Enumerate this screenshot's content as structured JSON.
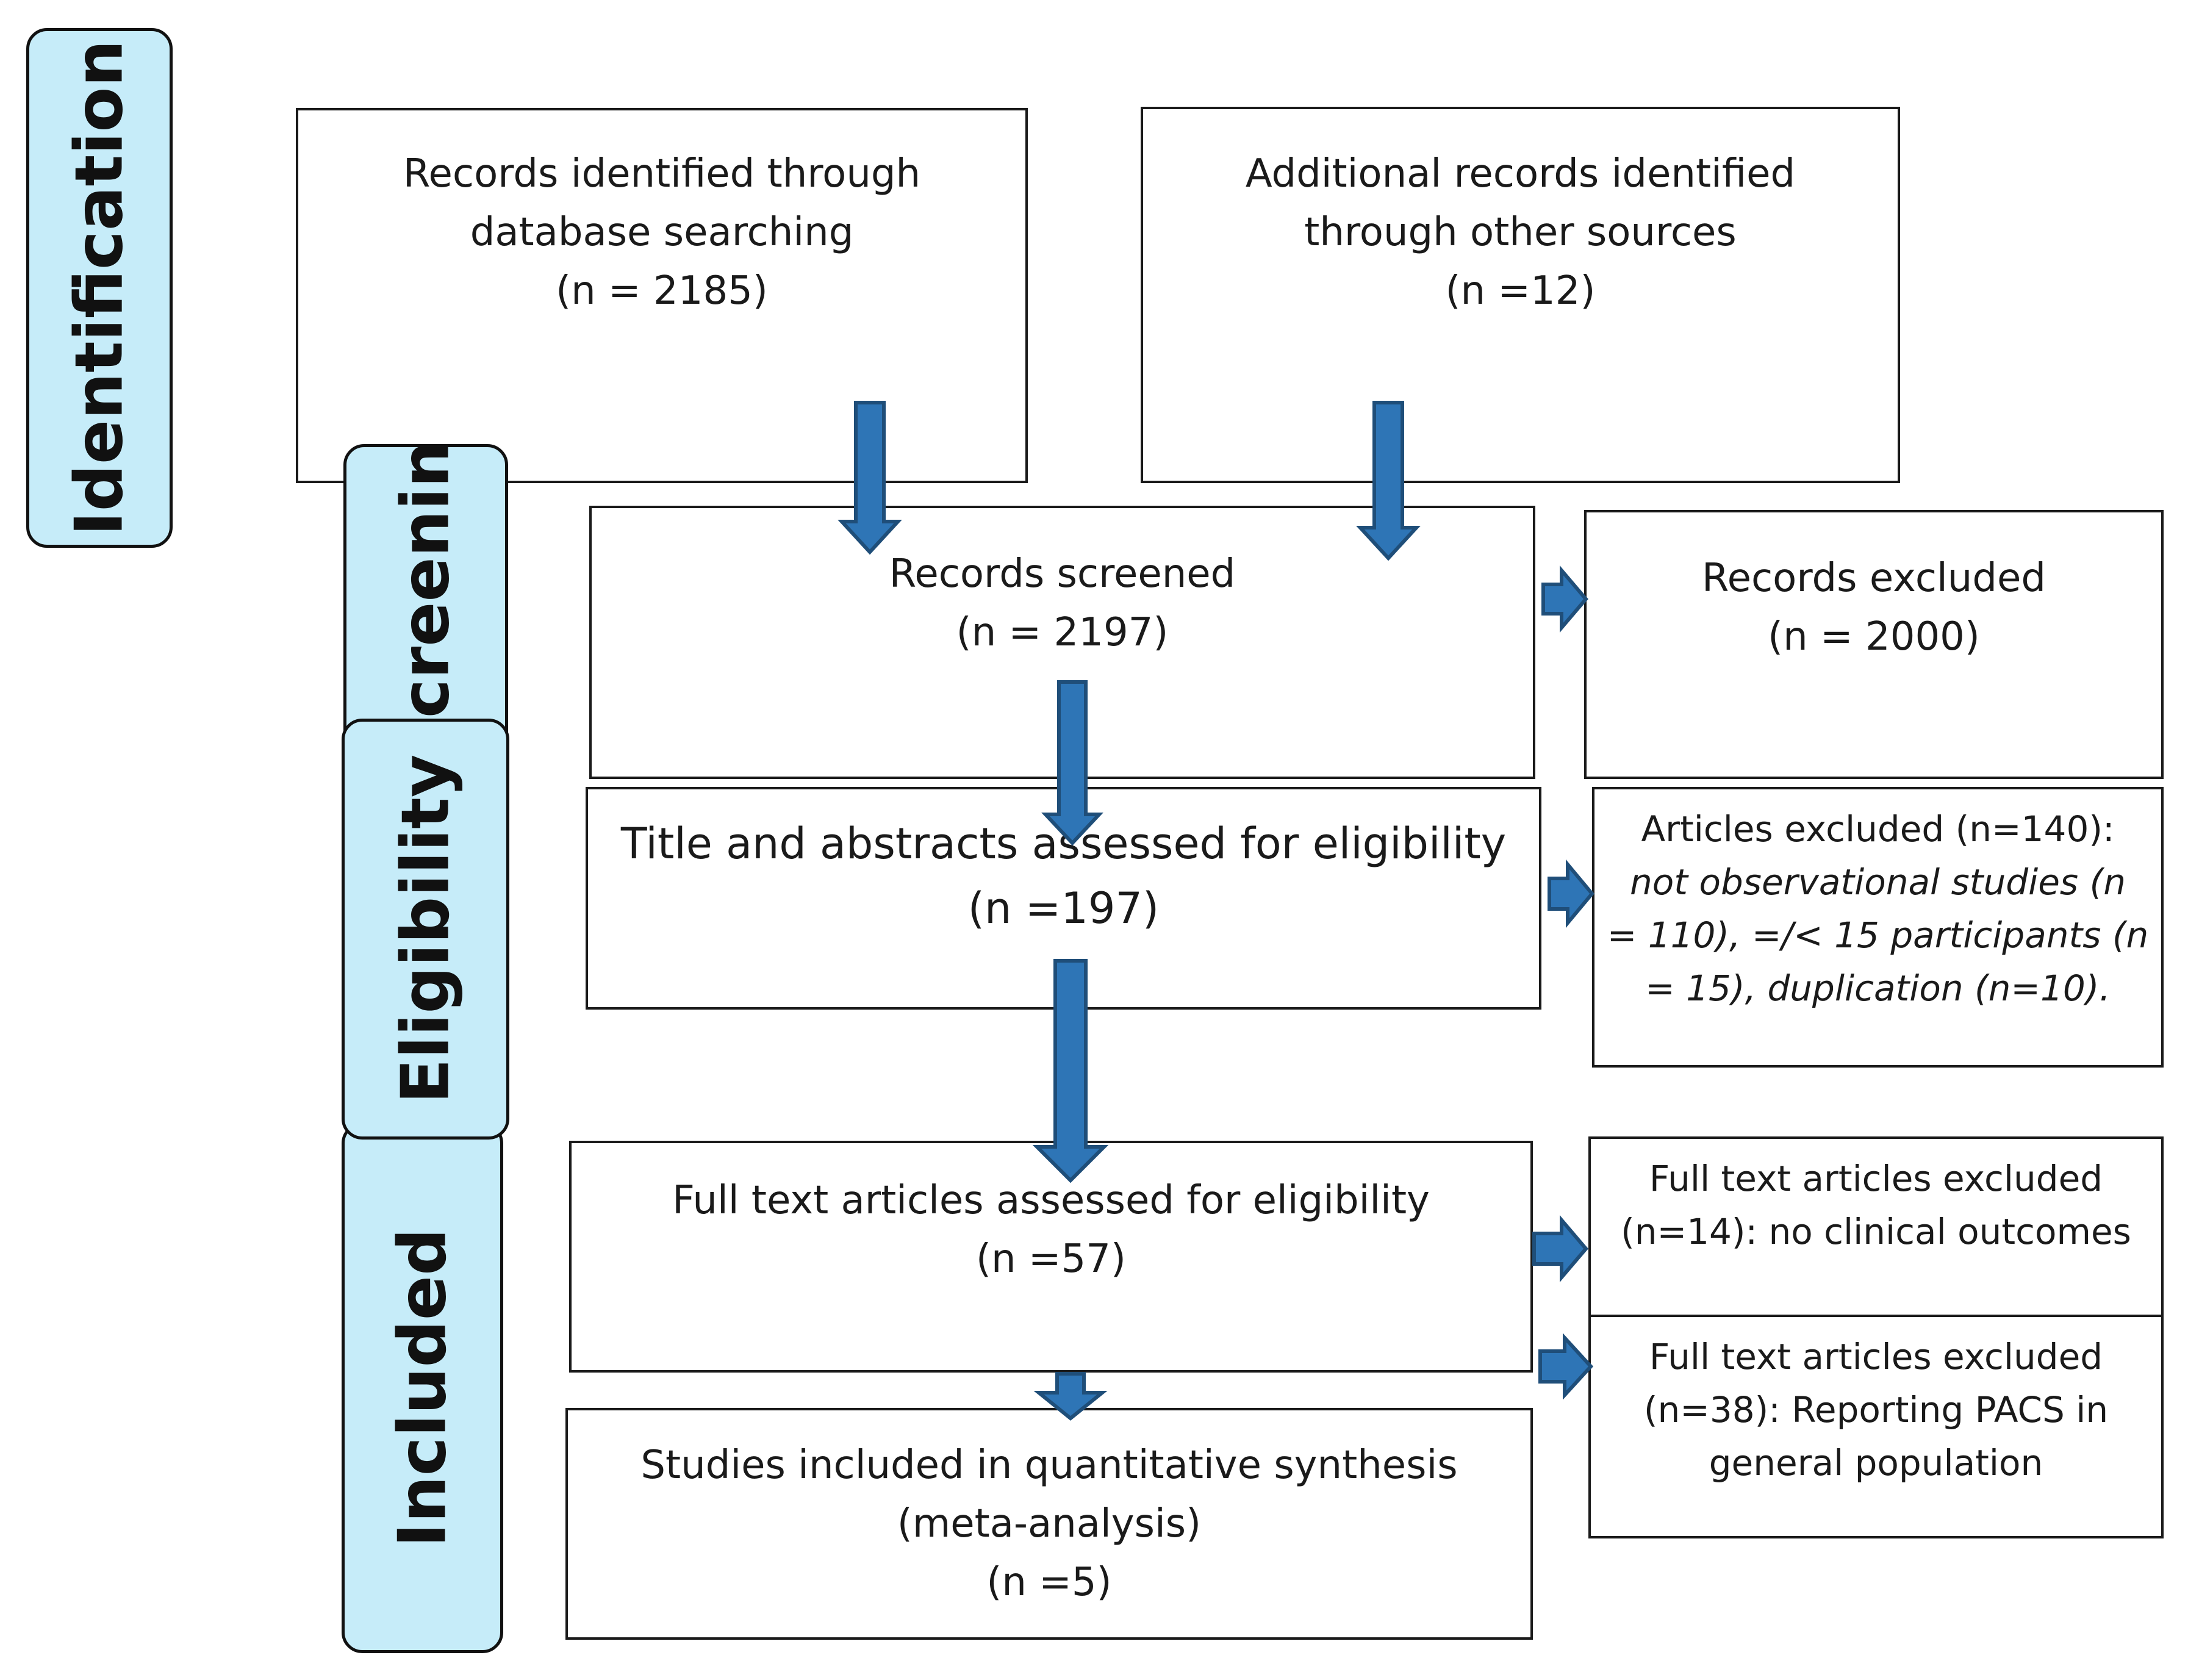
{
  "stages": {
    "identification": "Identification",
    "screening": "Screening",
    "eligibility": "Eligibility",
    "included": "Included"
  },
  "boxes": {
    "database": [
      "Records identified through",
      "database searching",
      "(n = 2185)"
    ],
    "other_sources": [
      "Additional records identified",
      "through other sources",
      "(n =12)"
    ],
    "screened": [
      "Records screened",
      "(n = 2197)"
    ],
    "records_excluded": [
      "Records excluded",
      "(n = 2000)"
    ],
    "title_abstract": [
      "Title and abstracts assessed for eligibility",
      "(n =197)"
    ],
    "articles_excluded": {
      "line1": "Articles excluded (n=140):",
      "line2": "not observational studies (n",
      "line3": "= 110), =/< 15 participants (n",
      "line4": "= 15), duplication (n=10)."
    },
    "full_text": [
      "Full text articles assessed for eligibility",
      "(n =57)"
    ],
    "fulltext_excluded_1": [
      "Full text articles excluded",
      "(n=14): no clinical outcomes"
    ],
    "fulltext_excluded_2": [
      "Full text articles excluded",
      "(n=38): Reporting PACS in",
      "general population"
    ],
    "included_studies": [
      "Studies included in quantitative synthesis",
      "(meta-analysis)",
      "(n =5)"
    ]
  },
  "colors": {
    "arrow_fill": "#2e75b6",
    "arrow_stroke": "#1f4e79",
    "stage_fill": "#c6ecf9"
  }
}
